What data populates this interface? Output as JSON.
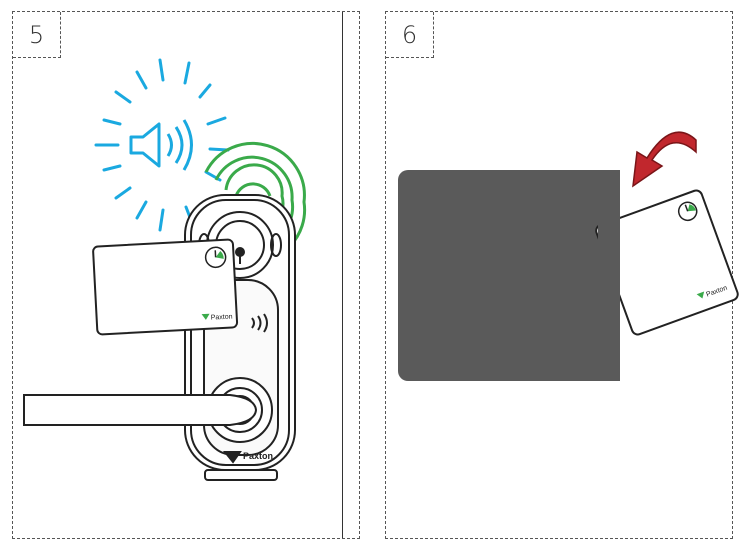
{
  "steps": [
    {
      "number": "5",
      "card_brand": "Paxton",
      "reader_brand": "Paxton"
    },
    {
      "number": "6",
      "card_brand": "Paxton"
    }
  ],
  "colors": {
    "sound_waves": "#1aa9e0",
    "rf_waves": "#3aaa4a",
    "arrow": "#c1272d",
    "grey_square": "#5a5a5a",
    "paxton_green": "#3aaa4a"
  },
  "icons": [
    "speaker-icon",
    "sound-burst-icon",
    "rf-signal-icon",
    "curved-arrow-icon",
    "clock-logo-icon"
  ]
}
